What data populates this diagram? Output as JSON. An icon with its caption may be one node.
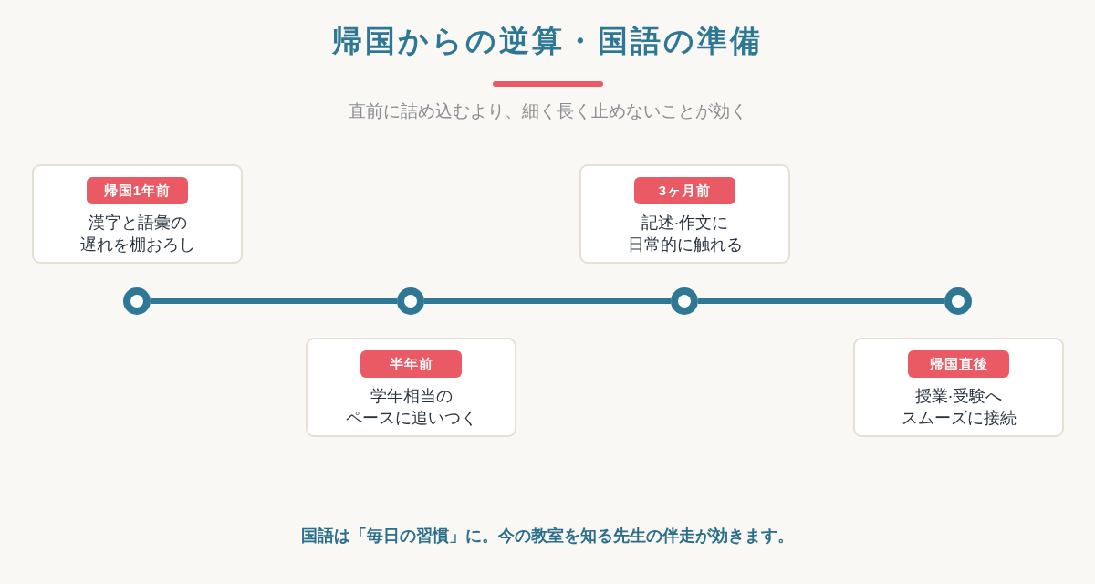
{
  "diagram": {
    "title": "帰国からの逆算・国語の準備",
    "caption": "国語は「毎日の習慣」に。今の教室を知る先生の伴走が効きます。",
    "nodes": [
      {
        "text": [
          "帰国1年前",
          "漢字と語彙の遅れを棚おろし"
        ]
      },
      {
        "text": [
          "半年前",
          "学年相当のペースに追いつく"
        ]
      },
      {
        "text": [
          "3ヶ月前",
          "記述·作文に日常的に触れる"
        ]
      },
      {
        "text": [
          "帰国直後",
          "授業·受験へスムーズに接続"
        ]
      },
      {
        "text": [],
        "shape": "circle"
      },
      {
        "text": [],
        "shape": "circle"
      },
      {
        "text": [],
        "shape": "circle"
      },
      {
        "text": [],
        "shape": "circle"
      }
    ],
    "edges": [
      {
        "from": 4,
        "to": 5,
        "arrow": "none"
      },
      {
        "from": 5,
        "to": 6,
        "arrow": "none"
      },
      {
        "from": 6,
        "to": 7,
        "arrow": "none"
      }
    ],
    "labels": [
      "直前に詰め込むより、細く長く止めないことが効く"
    ]
  }
}
